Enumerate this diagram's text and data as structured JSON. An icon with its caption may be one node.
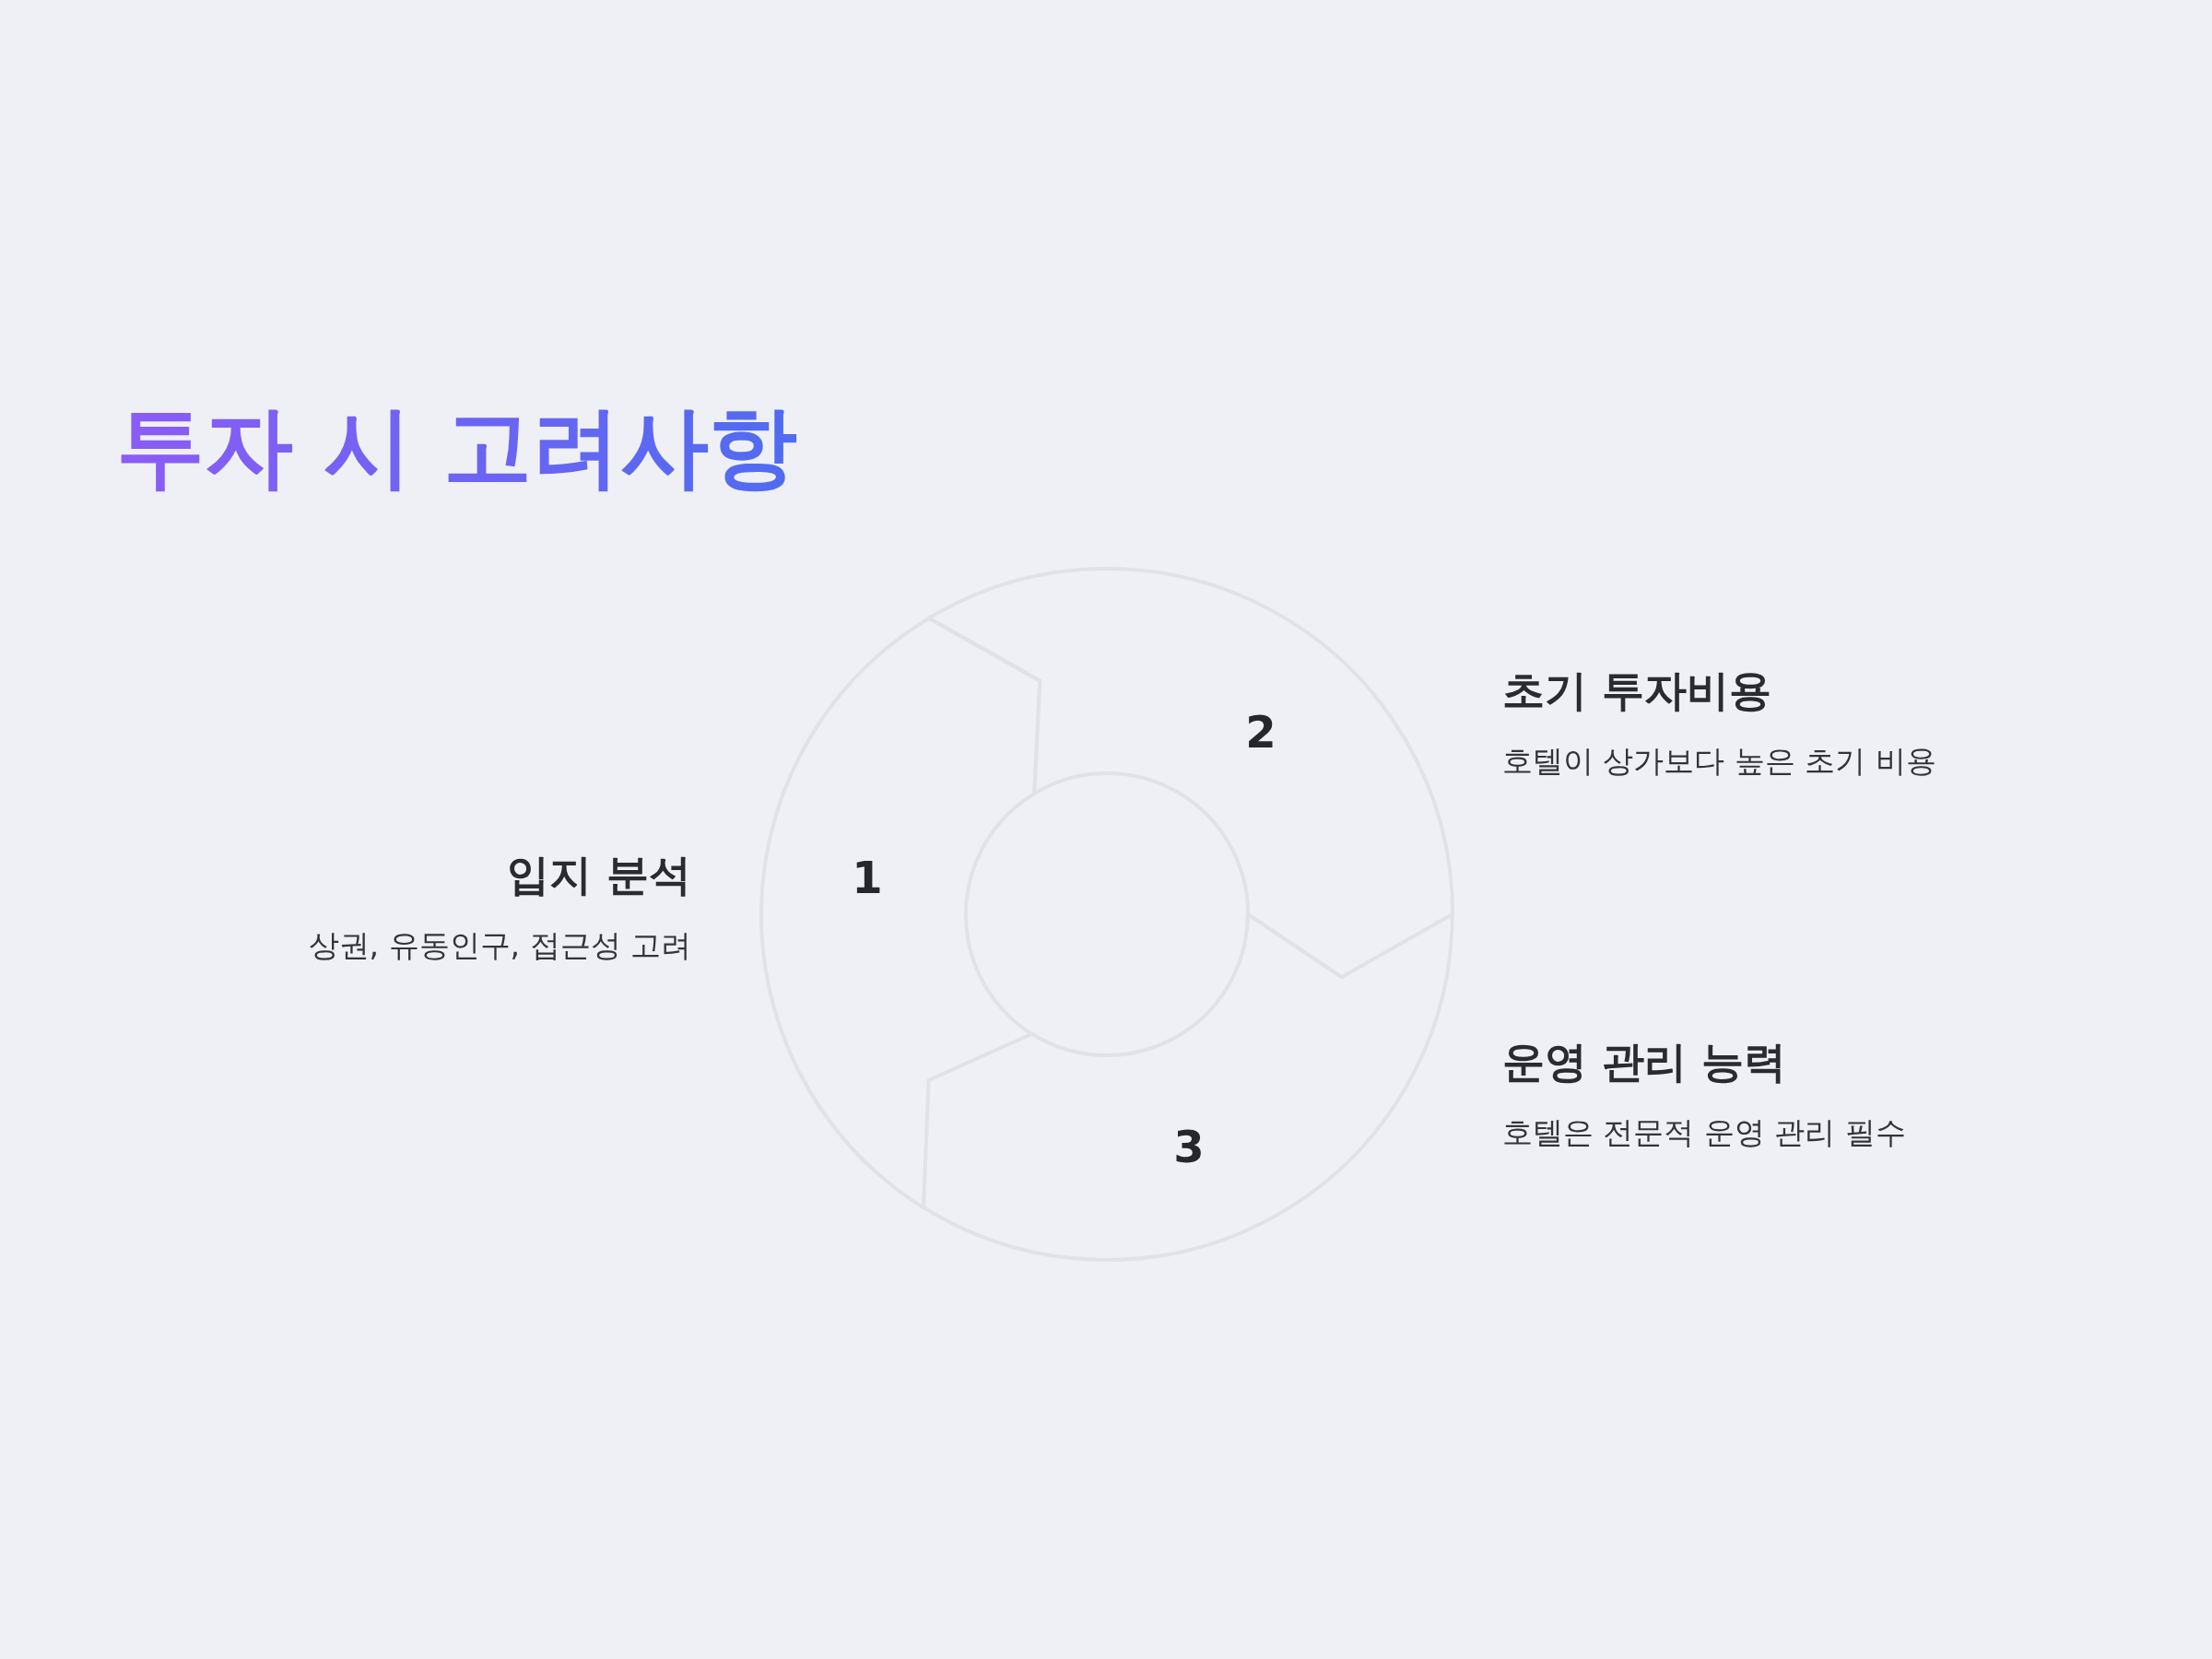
{
  "diagram": {
    "title": "투자 시 고려사항",
    "nodes": [
      {
        "text": [
          "1"
        ],
        "beside": [
          "입지 분석",
          "상권, 유동인구, 접근성 고려"
        ]
      },
      {
        "text": [
          "2"
        ],
        "beside": [
          "초기 투자비용",
          "호텔이 상가보다 높은 초기 비용"
        ]
      },
      {
        "text": [
          "3"
        ],
        "beside": [
          "운영 관리 능력",
          "호텔은 전문적 운영 관리 필수"
        ]
      }
    ]
  }
}
